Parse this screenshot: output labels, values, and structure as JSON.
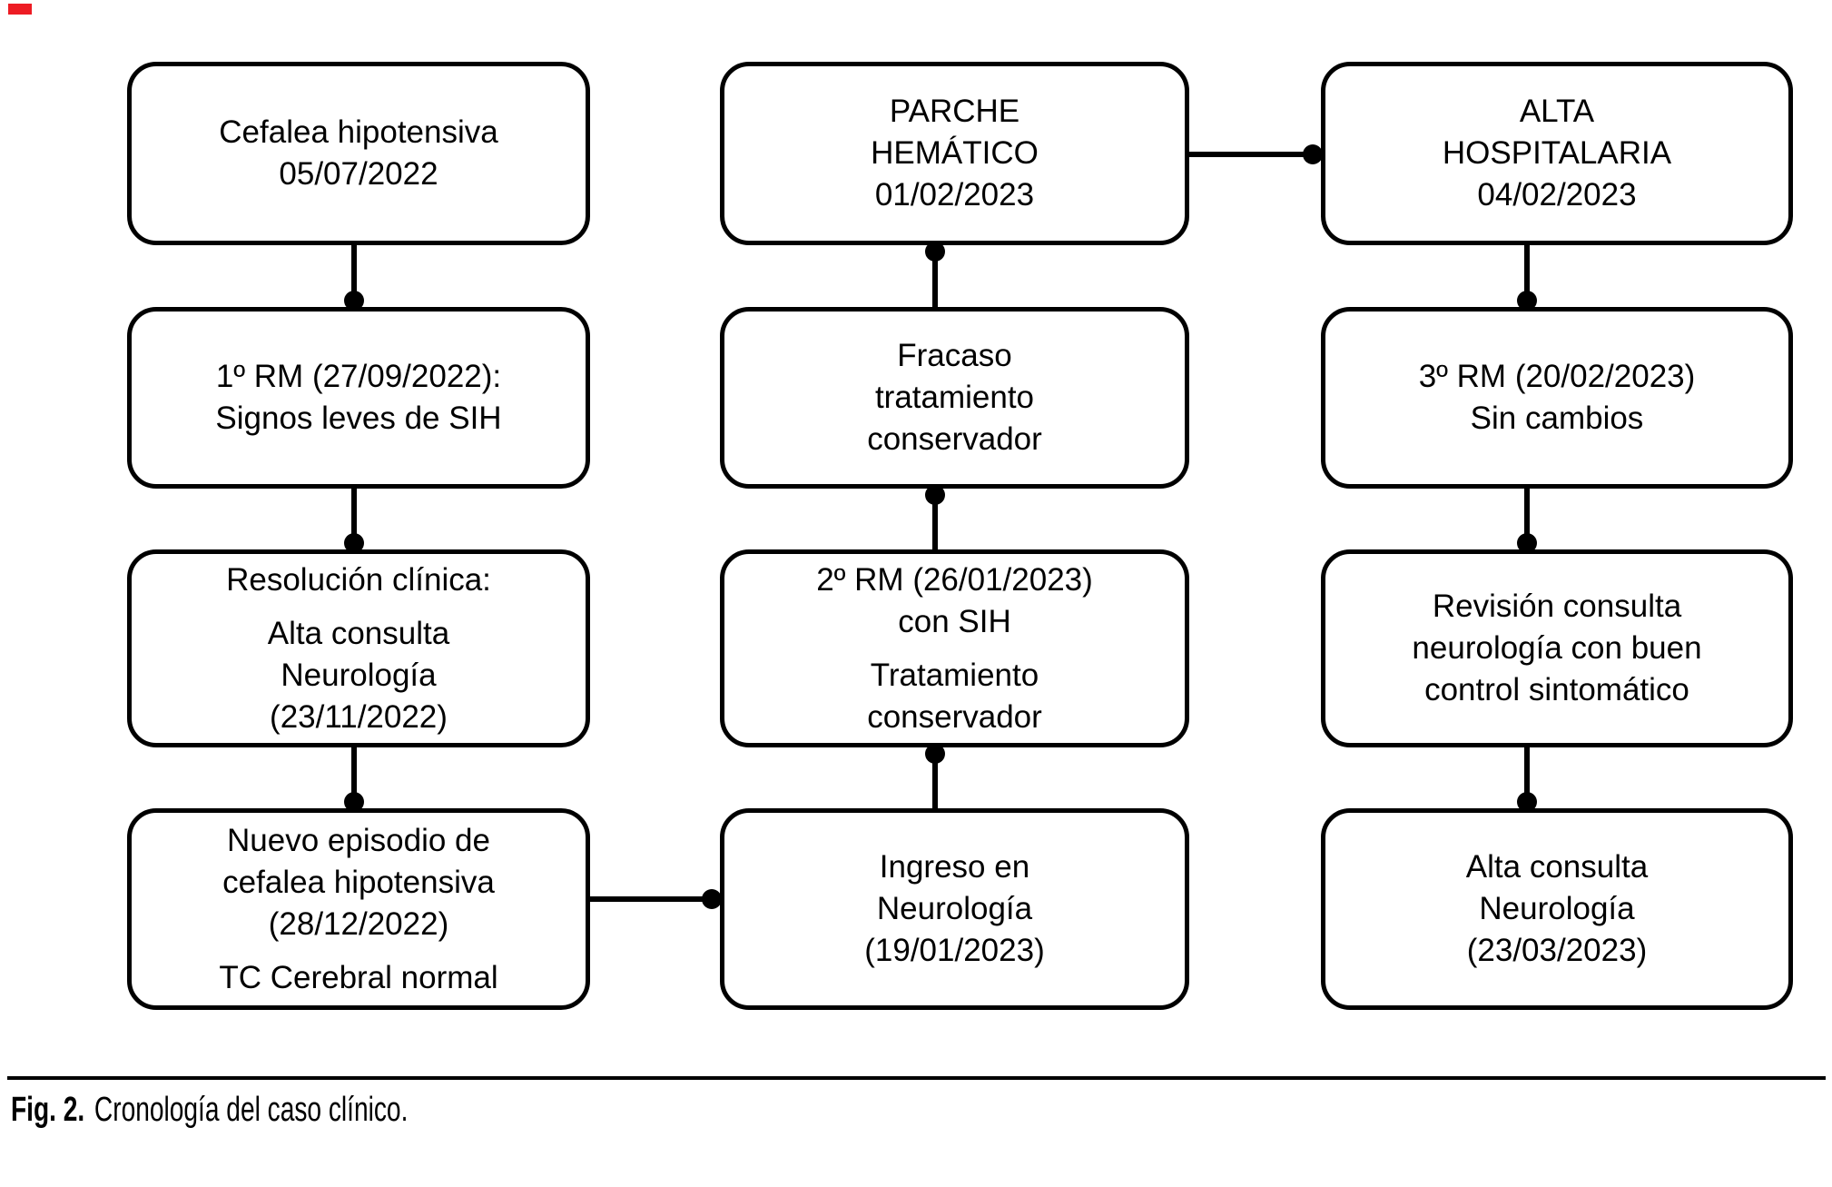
{
  "figure": {
    "caption_label": "Fig. 2.",
    "caption_text": "Cronología del caso clínico."
  },
  "marker": {
    "color": "#ED1C24"
  },
  "line_color": "#000000",
  "box_background": "#ffffff",
  "nodes": {
    "cefalea": {
      "paragraphs": [
        [
          "Cefalea hipotensiva",
          "05/07/2022"
        ]
      ]
    },
    "rm1": {
      "paragraphs": [
        [
          "1º RM (27/09/2022):",
          "Signos leves de SIH"
        ]
      ]
    },
    "resolucion": {
      "paragraphs": [
        [
          "Resolución clínica:"
        ],
        [
          "Alta consulta",
          "Neurología",
          "(23/11/2022)"
        ]
      ]
    },
    "nuevo_episodio": {
      "paragraphs": [
        [
          "Nuevo episodio de",
          "cefalea hipotensiva",
          "(28/12/2022)"
        ],
        [
          "TC Cerebral normal"
        ]
      ]
    },
    "parche": {
      "paragraphs": [
        [
          "PARCHE",
          "HEMÁTICO",
          "01/02/2023"
        ]
      ]
    },
    "fracaso": {
      "paragraphs": [
        [
          "Fracaso",
          "tratamiento",
          "conservador"
        ]
      ]
    },
    "rm2": {
      "paragraphs": [
        [
          "2º RM (26/01/2023)",
          "con SIH"
        ],
        [
          "Tratamiento",
          "conservador"
        ]
      ]
    },
    "ingreso": {
      "paragraphs": [
        [
          "Ingreso en",
          "Neurología",
          "(19/01/2023)"
        ]
      ]
    },
    "alta_hospitalaria": {
      "paragraphs": [
        [
          "ALTA",
          "HOSPITALARIA",
          "04/02/2023"
        ]
      ]
    },
    "rm3": {
      "paragraphs": [
        [
          "3º RM (20/02/2023)",
          "Sin cambios"
        ]
      ]
    },
    "revision": {
      "paragraphs": [
        [
          "Revisión consulta",
          "neurología con buen",
          "control sintomático"
        ]
      ]
    },
    "alta_consulta": {
      "paragraphs": [
        [
          "Alta consulta",
          "Neurología",
          "(23/03/2023)"
        ]
      ]
    }
  }
}
